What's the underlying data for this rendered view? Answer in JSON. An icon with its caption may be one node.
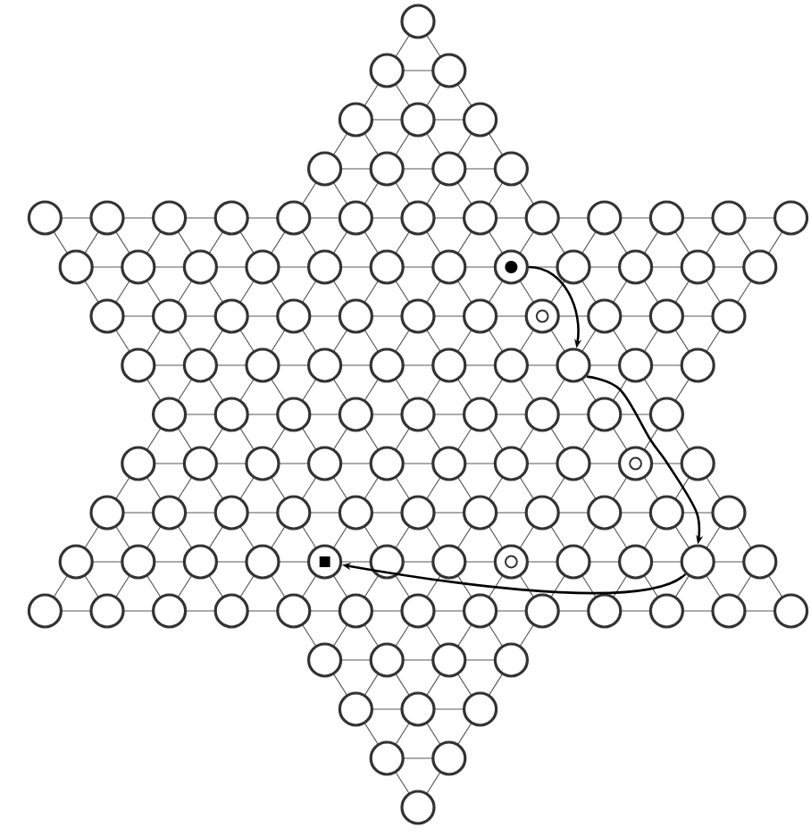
{
  "diagram": {
    "nodes": [
      {
        "text": [],
        "shape": "circle"
      },
      {
        "text": [],
        "shape": "circle"
      },
      {
        "text": [],
        "shape": "circle"
      },
      {
        "text": [],
        "shape": "circle"
      },
      {
        "text": [],
        "shape": "circle"
      },
      {
        "text": [],
        "shape": "circle"
      },
      {
        "text": [],
        "shape": "circle"
      },
      {
        "text": [],
        "shape": "circle"
      },
      {
        "text": [],
        "shape": "circle"
      },
      {
        "text": [],
        "shape": "circle"
      },
      {
        "text": [],
        "shape": "circle"
      },
      {
        "text": [],
        "shape": "circle"
      },
      {
        "text": [],
        "shape": "circle"
      },
      {
        "text": [],
        "shape": "circle"
      },
      {
        "text": [],
        "shape": "circle"
      },
      {
        "text": [],
        "shape": "circle"
      },
      {
        "text": [],
        "shape": "circle"
      },
      {
        "text": [],
        "shape": "circle"
      },
      {
        "text": [],
        "shape": "circle"
      },
      {
        "text": [],
        "shape": "circle"
      },
      {
        "text": [],
        "shape": "circle"
      },
      {
        "text": [],
        "shape": "circle"
      },
      {
        "text": [],
        "shape": "circle"
      },
      {
        "text": [],
        "shape": "circle"
      },
      {
        "text": [],
        "shape": "circle"
      },
      {
        "text": [],
        "shape": "circle"
      },
      {
        "text": [],
        "shape": "circle"
      },
      {
        "text": [],
        "shape": "circle"
      },
      {
        "text": [],
        "shape": "circle"
      },
      {
        "text": [],
        "shape": "circle"
      },
      {
        "text": [],
        "shape": "circle"
      },
      {
        "text": [],
        "shape": "circle"
      },
      {
        "text": [],
        "shape": "circle"
      },
      {
        "text": [],
        "shape": "circle"
      },
      {
        "text": [],
        "shape": "circle"
      },
      {
        "text": [],
        "shape": "circle"
      },
      {
        "text": [],
        "shape": "circle"
      },
      {
        "text": [],
        "shape": "circle"
      },
      {
        "text": [],
        "shape": "circle"
      },
      {
        "text": [],
        "shape": "circle"
      },
      {
        "text": [],
        "shape": "circle"
      },
      {
        "text": [],
        "shape": "circle"
      },
      {
        "text": [],
        "shape": "circle"
      },
      {
        "text": [],
        "shape": "circle"
      },
      {
        "text": [],
        "shape": "circle"
      },
      {
        "text": [],
        "shape": "circle"
      },
      {
        "text": [],
        "shape": "circle"
      },
      {
        "text": [],
        "shape": "circle"
      },
      {
        "text": [],
        "shape": "circle"
      },
      {
        "text": [],
        "shape": "circle"
      },
      {
        "text": [],
        "shape": "circle"
      },
      {
        "text": [],
        "shape": "circle"
      },
      {
        "text": [],
        "shape": "circle"
      },
      {
        "text": [],
        "shape": "circle"
      },
      {
        "text": [],
        "shape": "circle"
      },
      {
        "text": [],
        "shape": "circle"
      },
      {
        "text": [],
        "shape": "circle"
      },
      {
        "text": [],
        "shape": "circle"
      },
      {
        "text": [],
        "shape": "circle"
      },
      {
        "text": [],
        "shape": "circle"
      },
      {
        "text": [],
        "shape": "circle"
      },
      {
        "text": [],
        "shape": "circle"
      },
      {
        "text": [],
        "shape": "circle"
      },
      {
        "text": [],
        "shape": "circle"
      },
      {
        "text": [],
        "shape": "circle"
      },
      {
        "text": [],
        "shape": "circle"
      },
      {
        "text": [],
        "shape": "circle"
      },
      {
        "text": [],
        "shape": "circle"
      },
      {
        "text": [],
        "shape": "circle"
      },
      {
        "text": [],
        "shape": "circle"
      },
      {
        "text": [],
        "shape": "circle"
      },
      {
        "text": [],
        "shape": "circle"
      },
      {
        "text": [],
        "shape": "circle"
      },
      {
        "text": [],
        "shape": "circle"
      },
      {
        "text": [],
        "shape": "circle"
      },
      {
        "text": [],
        "shape": "circle"
      },
      {
        "text": [],
        "shape": "circle"
      },
      {
        "text": [],
        "shape": "circle"
      },
      {
        "text": [],
        "shape": "circle"
      },
      {
        "text": [],
        "shape": "circle"
      },
      {
        "text": [],
        "shape": "circle"
      },
      {
        "text": [],
        "shape": "circle"
      },
      {
        "text": [],
        "shape": "circle"
      },
      {
        "text": [],
        "shape": "circle"
      },
      {
        "text": [],
        "shape": "circle"
      },
      {
        "text": [],
        "shape": "circle"
      },
      {
        "text": [],
        "shape": "circle"
      },
      {
        "text": [],
        "shape": "circle"
      },
      {
        "text": [],
        "shape": "circle"
      },
      {
        "text": [],
        "shape": "circle"
      },
      {
        "text": [],
        "shape": "circle"
      },
      {
        "text": [],
        "shape": "circle"
      },
      {
        "text": [],
        "shape": "circle"
      },
      {
        "text": [],
        "shape": "circle"
      },
      {
        "text": [],
        "shape": "circle"
      },
      {
        "text": [],
        "shape": "circle"
      },
      {
        "text": [],
        "shape": "circle"
      },
      {
        "text": [],
        "shape": "circle"
      },
      {
        "text": [],
        "shape": "circle"
      },
      {
        "text": [],
        "shape": "circle"
      },
      {
        "text": [],
        "shape": "circle"
      },
      {
        "text": [],
        "shape": "circle"
      },
      {
        "text": [],
        "shape": "circle"
      },
      {
        "text": [],
        "shape": "circle"
      },
      {
        "text": [],
        "shape": "circle"
      },
      {
        "text": [],
        "shape": "circle"
      },
      {
        "text": [],
        "shape": "circle"
      },
      {
        "text": [],
        "shape": "circle"
      },
      {
        "text": [],
        "shape": "circle"
      },
      {
        "text": [],
        "shape": "circle"
      },
      {
        "text": [],
        "shape": "circle"
      },
      {
        "text": [],
        "shape": "circle"
      },
      {
        "text": [],
        "shape": "circle"
      },
      {
        "text": [],
        "shape": "circle"
      },
      {
        "text": [],
        "shape": "circle"
      },
      {
        "text": [],
        "shape": "circle"
      },
      {
        "text": [],
        "shape": "circle"
      },
      {
        "text": [],
        "shape": "circle"
      },
      {
        "text": [],
        "shape": "circle"
      },
      {
        "text": [],
        "shape": "circle"
      },
      {
        "text": [],
        "shape": "circle"
      }
    ],
    "edges": [
      {
        "from": 30,
        "to": 53,
        "arrow": "to"
      },
      {
        "from": 53,
        "to": 96,
        "arrow": "to"
      },
      {
        "from": 96,
        "to": 90,
        "arrow": "to"
      }
    ]
  }
}
